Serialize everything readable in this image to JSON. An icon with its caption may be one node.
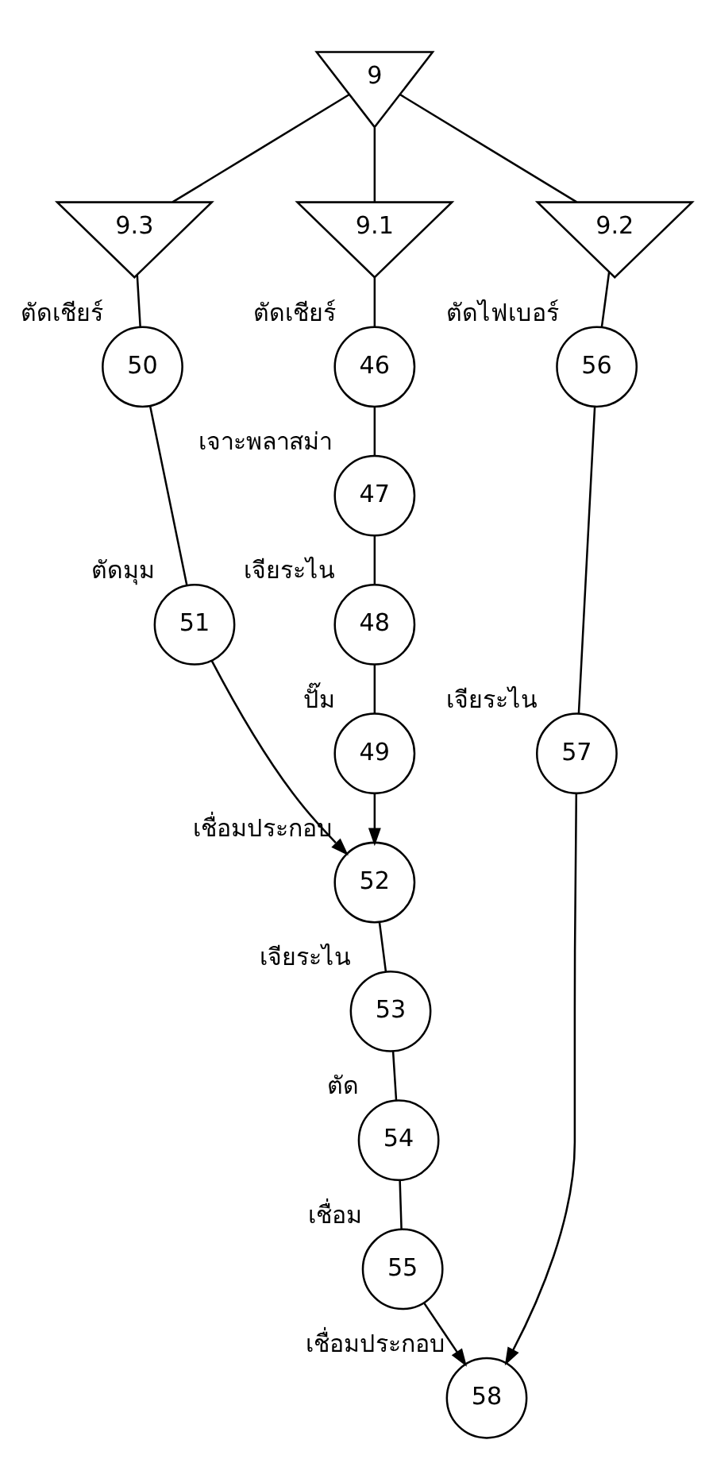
{
  "diagram": {
    "nodes": [
      {
        "text": [
          "9"
        ]
      },
      {
        "text": [
          "9.3"
        ]
      },
      {
        "text": [
          "9.1"
        ]
      },
      {
        "text": [
          "9.2"
        ]
      },
      {
        "text": [
          "50"
        ],
        "beside": [
          "ตัดเชียร์"
        ]
      },
      {
        "text": [
          "46"
        ],
        "beside": [
          "ตัดเชียร์"
        ]
      },
      {
        "text": [
          "56"
        ],
        "beside": [
          "ตัดไฟเบอร์"
        ]
      },
      {
        "text": [
          "51"
        ],
        "beside": [
          "ตัดมุม"
        ]
      },
      {
        "text": [
          "47"
        ],
        "beside": [
          "เจาะพลาสม่า"
        ]
      },
      {
        "text": [
          "57"
        ],
        "beside": [
          "เจียระไน"
        ]
      },
      {
        "text": [
          "48"
        ],
        "beside": [
          "เจียระไน"
        ]
      },
      {
        "text": [
          "49"
        ],
        "beside": [
          "ปั๊ม"
        ]
      },
      {
        "text": [
          "52"
        ],
        "beside": [
          "เชื่อมประกอบ"
        ]
      },
      {
        "text": [
          "53"
        ],
        "beside": [
          "เจียระไน"
        ]
      },
      {
        "text": [
          "54"
        ],
        "beside": [
          "ตัด"
        ]
      },
      {
        "text": [
          "55"
        ],
        "beside": [
          "เชื่อม"
        ]
      },
      {
        "text": [
          "58"
        ],
        "beside": [
          "เชื่อมประกอบ"
        ]
      }
    ],
    "edges": [
      {
        "from": 0,
        "to": 1,
        "arrow": "none"
      },
      {
        "from": 0,
        "to": 2,
        "arrow": "none"
      },
      {
        "from": 0,
        "to": 3,
        "arrow": "none"
      },
      {
        "from": 1,
        "to": 4,
        "arrow": "none"
      },
      {
        "from": 4,
        "to": 7,
        "arrow": "none"
      },
      {
        "from": 7,
        "to": 12,
        "arrow": "to"
      },
      {
        "from": 2,
        "to": 5,
        "arrow": "none"
      },
      {
        "from": 5,
        "to": 8,
        "arrow": "none"
      },
      {
        "from": 8,
        "to": 10,
        "arrow": "none"
      },
      {
        "from": 10,
        "to": 11,
        "arrow": "none"
      },
      {
        "from": 11,
        "to": 12,
        "arrow": "to"
      },
      {
        "from": 3,
        "to": 6,
        "arrow": "none"
      },
      {
        "from": 6,
        "to": 9,
        "arrow": "none"
      },
      {
        "from": 9,
        "to": 16,
        "arrow": "to"
      },
      {
        "from": 12,
        "to": 13,
        "arrow": "none"
      },
      {
        "from": 13,
        "to": 14,
        "arrow": "none"
      },
      {
        "from": 14,
        "to": 15,
        "arrow": "none"
      },
      {
        "from": 15,
        "to": 16,
        "arrow": "to"
      }
    ]
  }
}
